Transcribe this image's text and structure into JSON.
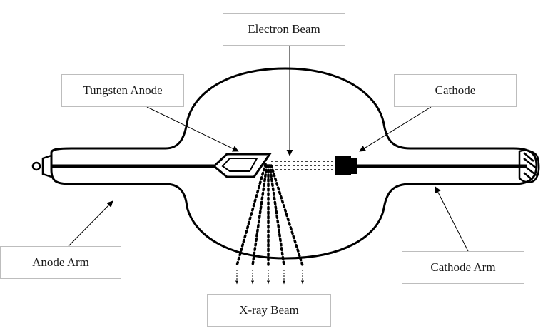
{
  "labels": {
    "electron_beam": "Electron Beam",
    "tungsten_anode": "Tungsten Anode",
    "cathode": "Cathode",
    "anode_arm": "Anode Arm",
    "cathode_arm": "Cathode Arm",
    "xray_beam": "X-ray Beam"
  },
  "colors": {
    "stroke": "#000000",
    "box_border": "#bdbdbd",
    "background": "#ffffff"
  }
}
